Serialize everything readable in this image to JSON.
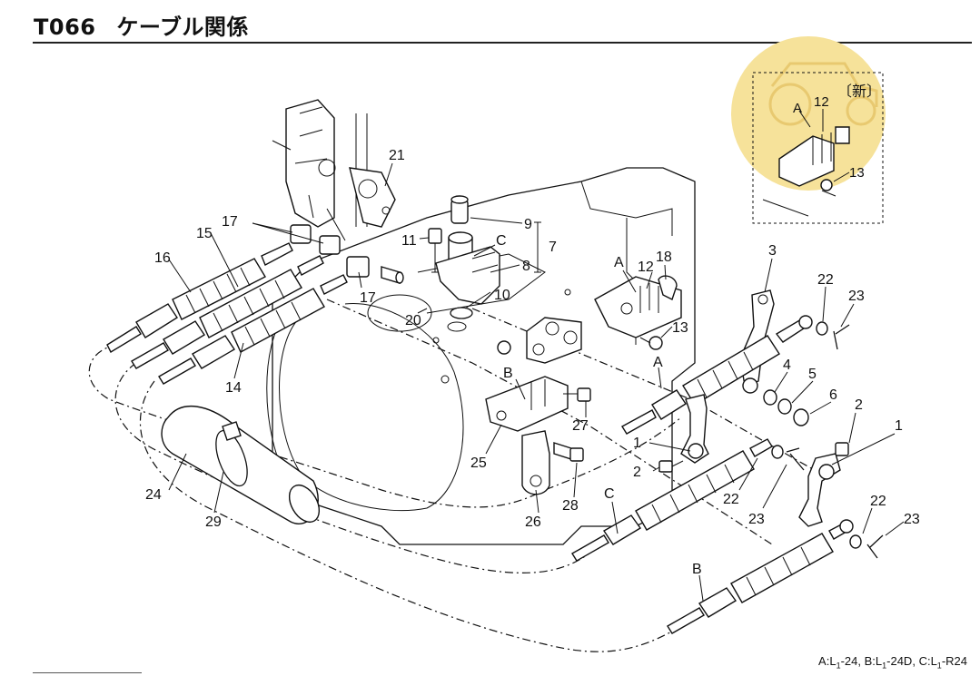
{
  "header": {
    "code": "T066",
    "title": "ケーブル関係"
  },
  "inset": {
    "tag": "〔新〕",
    "labels": [
      "A",
      "12",
      "13"
    ]
  },
  "callouts": {
    "c1a": "1",
    "c1b": "1",
    "c2a": "2",
    "c2b": "2",
    "c3": "3",
    "c4": "4",
    "c5": "5",
    "c6": "6",
    "c7": "7",
    "c8": "8",
    "c9": "9",
    "c10": "10",
    "c11": "11",
    "c12": "12",
    "c13": "13",
    "c14": "14",
    "c15": "15",
    "c16": "16",
    "c17a": "17",
    "c17b": "17",
    "c18": "18",
    "c20": "20",
    "c21": "21",
    "c22a": "22",
    "c22b": "22",
    "c22c": "22",
    "c23a": "23",
    "c23b": "23",
    "c23c": "23",
    "c24": "24",
    "c25": "25",
    "c26": "26",
    "c27": "27",
    "c28": "28",
    "c29": "29",
    "cA1": "A",
    "cA2": "A",
    "cB1": "B",
    "cB2": "B",
    "cC1": "C",
    "cC2": "C"
  },
  "footer": {
    "a_prefix": "A:L",
    "a_sub": "1",
    "a_suffix": "-24,",
    "b_prefix": "B:L",
    "b_sub": "1",
    "b_suffix": "-24D,",
    "c_prefix": "C:L",
    "c_sub": "1",
    "c_suffix": "-R24"
  },
  "colors": {
    "watermark": "#f6e29a",
    "line": "#111111"
  }
}
